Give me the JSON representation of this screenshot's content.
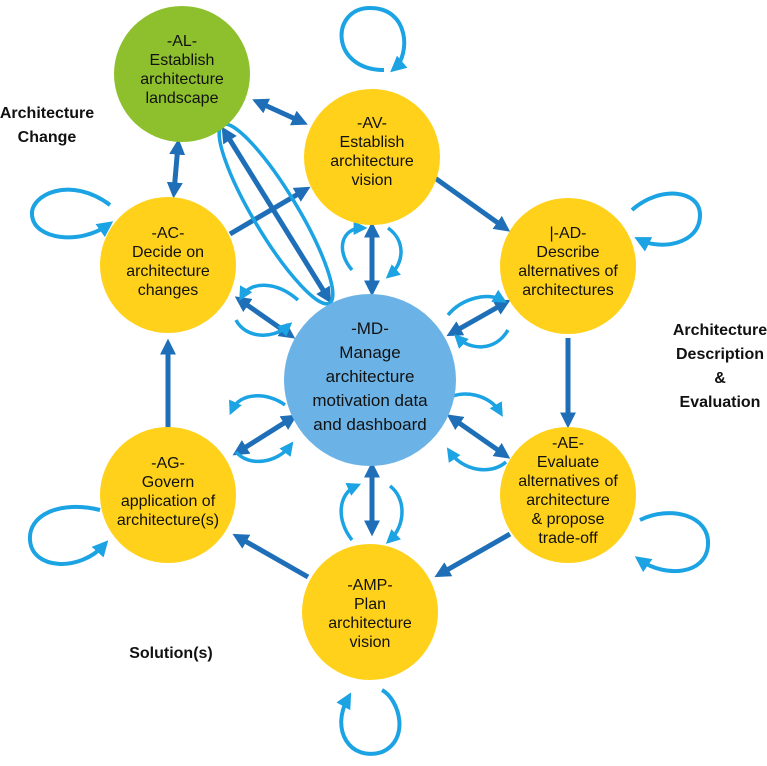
{
  "colors": {
    "node_yellow": "#FFD11A",
    "node_green": "#8DC02C",
    "node_center": "#6BB3E6",
    "arrow_dark": "#1E6FB7",
    "arrow_light": "#1BA3E3"
  },
  "nodes": {
    "al": {
      "lines": [
        "-AL-",
        "Establish",
        "architecture",
        "landscape"
      ]
    },
    "av": {
      "lines": [
        "-AV-",
        "Establish",
        "architecture",
        "vision"
      ]
    },
    "ad": {
      "lines": [
        "|-AD-",
        "Describe",
        "alternatives of",
        "architectures"
      ]
    },
    "ae": {
      "lines": [
        "-AE-",
        "Evaluate",
        "alternatives of",
        "architecture",
        "& propose",
        "trade-off"
      ]
    },
    "amp": {
      "lines": [
        "-AMP-",
        "Plan",
        "architecture",
        "vision"
      ]
    },
    "ag": {
      "lines": [
        "-AG-",
        "Govern",
        "application of",
        "architecture(s)"
      ]
    },
    "ac": {
      "lines": [
        "-AC-",
        "Decide on",
        "architecture",
        "changes"
      ]
    },
    "md": {
      "lines": [
        "-MD-",
        "Manage",
        "architecture",
        "motivation data",
        "and dashboard"
      ]
    }
  },
  "side_labels": {
    "architecture_change": [
      "Architecture",
      "Change"
    ],
    "architecture_description": [
      "Architecture",
      "Description",
      "&",
      "Evaluation"
    ],
    "solutions": [
      "Solution(s)"
    ]
  }
}
